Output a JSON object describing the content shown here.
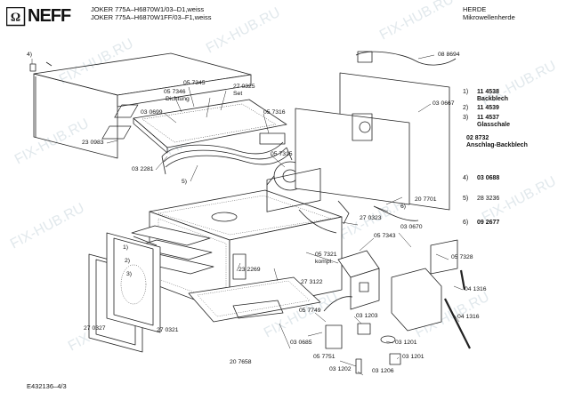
{
  "header": {
    "model_line1": "JOKER 775A–H6870W1/03–D1,weiss",
    "model_line2": "JOKER 775A–H6870W1FF/03–F1,weiss",
    "category": "HERDE",
    "subcategory": "Mikrowellenherde",
    "brand": "NEFF"
  },
  "watermark": "FIX-HUB.RU",
  "footer_code": "E432136–4/3",
  "part_labels": [
    {
      "id": "p-4",
      "text": "4)"
    },
    {
      "id": "p-05-7345",
      "text": "05 7345"
    },
    {
      "id": "p-05-7346",
      "text": "05 7346"
    },
    {
      "id": "p-dichtung",
      "text": "Dichtung"
    },
    {
      "id": "p-27-0325",
      "text": "27 0325"
    },
    {
      "id": "p-set",
      "text": "Set"
    },
    {
      "id": "p-03-0699",
      "text": "03 0699"
    },
    {
      "id": "p-05-7316",
      "text": "05 7316"
    },
    {
      "id": "p-23-0983",
      "text": "23 0983"
    },
    {
      "id": "p-05-7315",
      "text": "05 7315"
    },
    {
      "id": "p-03-2281",
      "text": "03 2281"
    },
    {
      "id": "p-5",
      "text": "5)"
    },
    {
      "id": "p-08-8694",
      "text": "08 8694"
    },
    {
      "id": "p-03-0667",
      "text": "03 0667"
    },
    {
      "id": "p-20-7701",
      "text": "20 7701"
    },
    {
      "id": "p-6",
      "text": "6)"
    },
    {
      "id": "p-27-0323",
      "text": "27 0323"
    },
    {
      "id": "p-05-7343",
      "text": "05 7343"
    },
    {
      "id": "p-03-0670",
      "text": "03 0670"
    },
    {
      "id": "p-05-7328",
      "text": "05 7328"
    },
    {
      "id": "p-1",
      "text": "1)"
    },
    {
      "id": "p-2",
      "text": "2)"
    },
    {
      "id": "p-3",
      "text": "3)"
    },
    {
      "id": "p-23-2269",
      "text": "23 2269"
    },
    {
      "id": "p-05-7321",
      "text": "05 7321"
    },
    {
      "id": "p-kompl",
      "text": "kompl."
    },
    {
      "id": "p-27-3122",
      "text": "27 3122"
    },
    {
      "id": "p-04-1316a",
      "text": "04 1316"
    },
    {
      "id": "p-04-1316b",
      "text": "04 1316"
    },
    {
      "id": "p-05-7749",
      "text": "05 7749"
    },
    {
      "id": "p-03-1203",
      "text": "03 1203"
    },
    {
      "id": "p-27-0327",
      "text": "27 0327"
    },
    {
      "id": "p-27-0321",
      "text": "27 0321"
    },
    {
      "id": "p-03-0685",
      "text": "03 0685"
    },
    {
      "id": "p-03-1201a",
      "text": "03 1201"
    },
    {
      "id": "p-05-7751",
      "text": "05 7751"
    },
    {
      "id": "p-03-1201b",
      "text": "03 1201"
    },
    {
      "id": "p-20-7658",
      "text": "20 7658"
    },
    {
      "id": "p-03-1202",
      "text": "03 1202"
    },
    {
      "id": "p-03-1206",
      "text": "03 1206"
    }
  ],
  "legend": [
    {
      "num": "1)",
      "code": "11 4538",
      "desc": "Backblech"
    },
    {
      "num": "2)",
      "code": "11 4539",
      "desc": ""
    },
    {
      "num": "3)",
      "code": "11 4537",
      "desc": "Glasschale"
    },
    {
      "num": "",
      "code": "02 8732",
      "desc": "Anschlag-Backblech"
    },
    {
      "num": "4)",
      "code": "03 0688",
      "desc": ""
    },
    {
      "num": "5)",
      "code": "28 3236",
      "desc": ""
    },
    {
      "num": "6)",
      "code": "09 2677",
      "desc": ""
    }
  ]
}
